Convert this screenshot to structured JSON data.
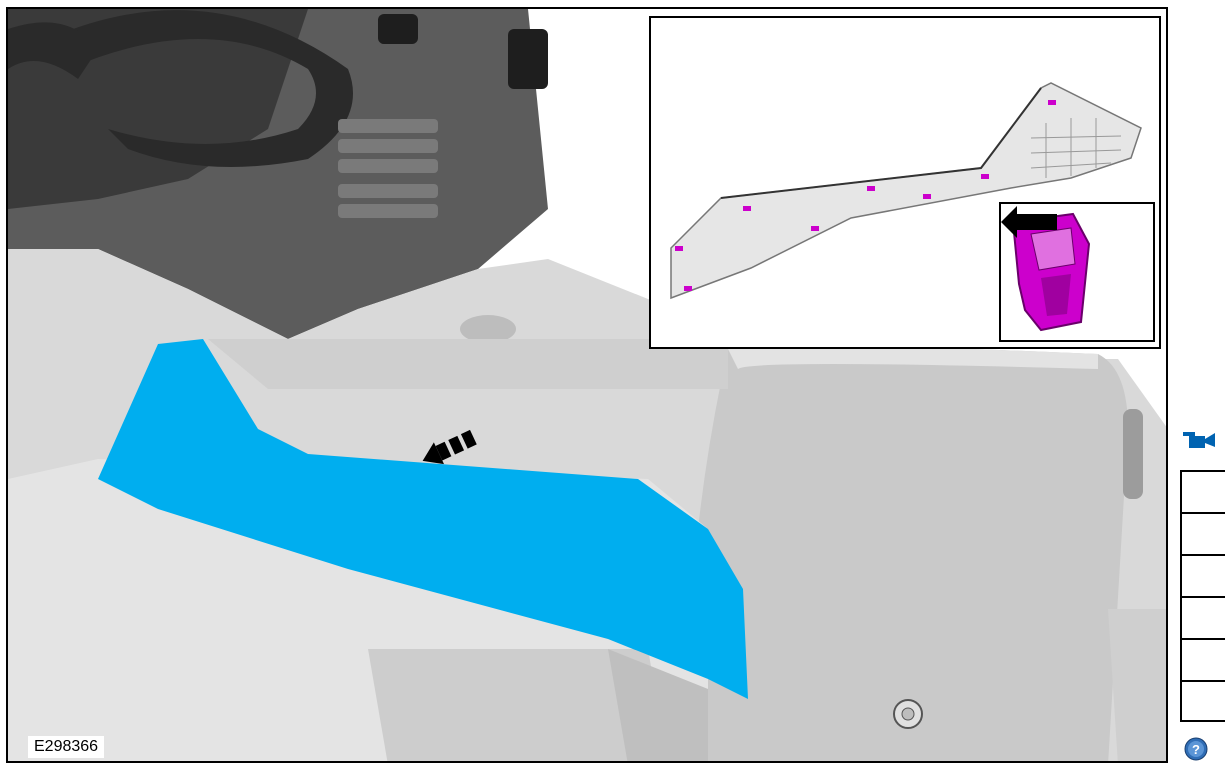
{
  "figure": {
    "id_label": "E298366",
    "highlight_color": "#00aeef",
    "clip_color": "#cc00cc"
  },
  "inset": {
    "clip_quantity": "x8"
  },
  "side_panel": {
    "icon": "camera-icon",
    "row_count": 6,
    "help_icon": "help-icon"
  }
}
